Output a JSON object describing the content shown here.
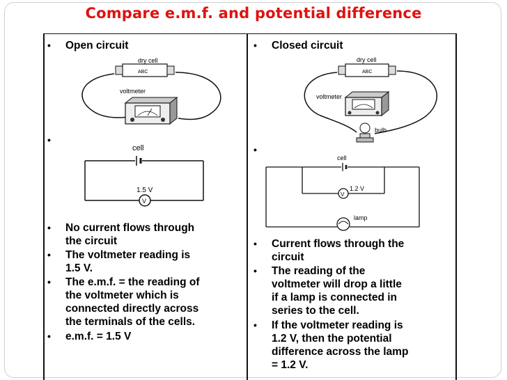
{
  "title": "Compare e.m.f. and potential difference",
  "left": {
    "heading": "Open circuit",
    "diagram_labels": {
      "cell_box": "dry cell",
      "cell_brand": "ABC",
      "meter": "voltmeter",
      "schematic_cell": "cell",
      "schematic_reading": "1.5 V",
      "meter_symbol": "V"
    },
    "points": [
      [
        "No current flows through",
        "the circuit"
      ],
      [
        "The voltmeter reading is",
        "1.5 V."
      ],
      [
        "The e.m.f. = the reading of",
        "the voltmeter which is",
        "connected directly across",
        "the terminals of the cells."
      ],
      [
        "e.m.f. = 1.5 V"
      ]
    ]
  },
  "right": {
    "heading": "Closed circuit",
    "diagram_labels": {
      "cell_box": "dry cell",
      "cell_brand": "ABC",
      "meter": "voltmeter",
      "bulb": "bulb",
      "schematic_cell": "cell",
      "schematic_reading": "1.2 V",
      "meter_symbol": "V",
      "lamp": "lamp"
    },
    "points": [
      [
        "Current flows through the",
        "circuit"
      ],
      [
        "The reading of the",
        "voltmeter will drop a little",
        "if a lamp is connected in",
        "series to the cell."
      ],
      [
        "If the voltmeter reading is",
        "1.2 V, then the potential",
        "difference across the lamp",
        "= 1.2 V."
      ]
    ]
  },
  "bullet_symbol": "•"
}
